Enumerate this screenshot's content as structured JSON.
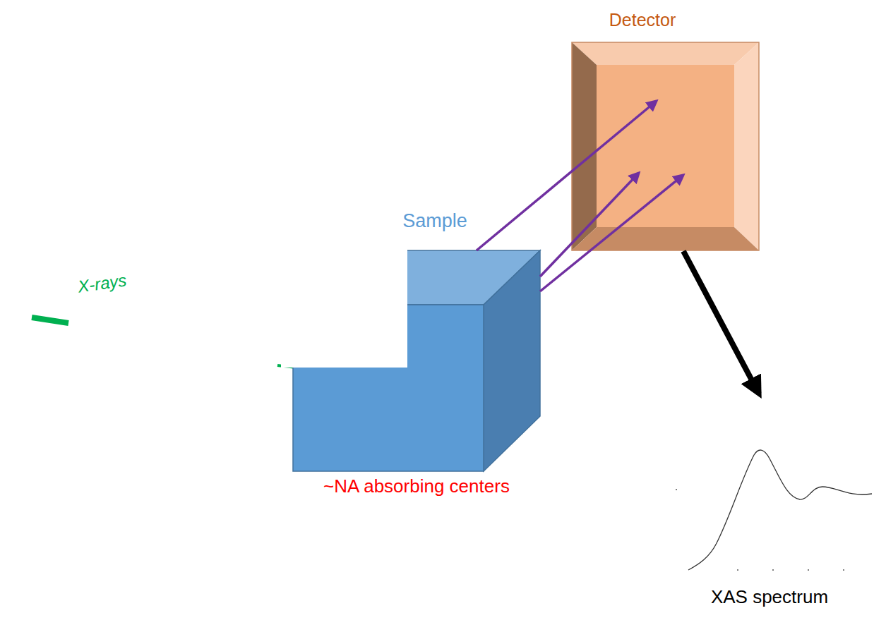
{
  "diagram": {
    "nodes": [
      {
        "text": [
          "Sample",
          "~NA absorbing centers"
        ]
      },
      {
        "text": [
          "Detector"
        ]
      },
      {
        "text": [
          "XAS spectrum"
        ]
      }
    ],
    "edges": [
      {
        "from": 0,
        "to": 1,
        "arrow": "to"
      },
      {
        "from": 0,
        "to": 1,
        "arrow": "to"
      },
      {
        "from": 0,
        "to": 1,
        "arrow": "to"
      },
      {
        "from": 1,
        "to": 2,
        "arrow": "to"
      }
    ],
    "labels": [
      "X-rays"
    ]
  }
}
